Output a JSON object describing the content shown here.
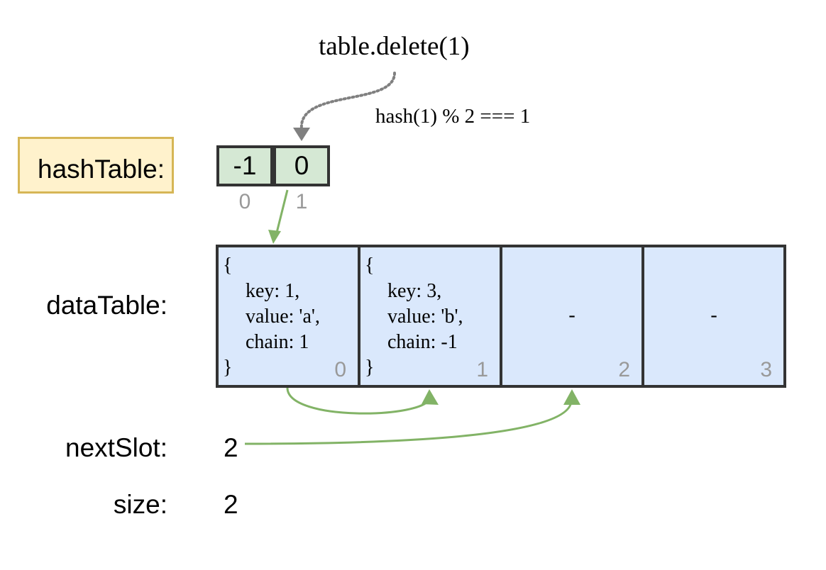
{
  "operation": "table.delete(1)",
  "hash_note": "hash(1) % 2 === 1",
  "labels": {
    "hash_table": "hashTable:",
    "data_table": "dataTable:",
    "next_slot": "nextSlot:",
    "size": "size:"
  },
  "hash_table": {
    "cells": [
      "-1",
      "0"
    ],
    "indices": [
      "0",
      "1"
    ]
  },
  "data_table": {
    "cells": [
      {
        "open": "{",
        "key": "key: 1,",
        "value": "value: 'a',",
        "chain": "chain: 1",
        "close": "}",
        "index": "0"
      },
      {
        "open": "{",
        "key": "key: 3,",
        "value": "value: 'b',",
        "chain": "chain: -1",
        "close": "}",
        "index": "1"
      },
      {
        "empty": "-",
        "index": "2"
      },
      {
        "empty": "-",
        "index": "3"
      }
    ]
  },
  "next_slot": "2",
  "size": "2",
  "colors": {
    "hash_cell": "#d5e8d4",
    "data_cell": "#dae8fc",
    "label_box_fill": "#fff2cc",
    "label_box_border": "#d6b656",
    "pointer_arrow": "#82b366",
    "dotted_arrow": "#808080",
    "index_text": "#999999"
  }
}
